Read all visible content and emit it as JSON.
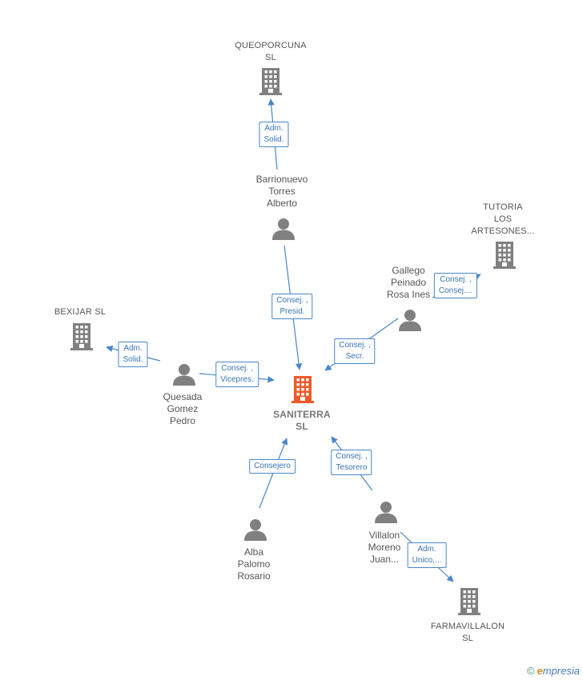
{
  "colors": {
    "edge": "#4a86c8",
    "person": "#808080",
    "company": "#808080",
    "center_company": "#f05a2a"
  },
  "nodes": {
    "queoporcuna": {
      "lines": [
        "QUEOPORCUNA",
        "SL"
      ],
      "icon": "building-icon"
    },
    "barrionuevo": {
      "lines": [
        "Barrionuevo",
        "Torres",
        "Alberto"
      ],
      "icon": "person-icon"
    },
    "tutoria": {
      "lines": [
        "TUTORIA",
        "LOS",
        "ARTESONES..."
      ],
      "icon": "building-icon"
    },
    "gallego": {
      "lines": [
        "Gallego",
        "Peinado",
        "Rosa Ines"
      ],
      "icon": "person-icon"
    },
    "bexijar": {
      "lines": [
        "BEXIJAR  SL"
      ],
      "icon": "building-icon"
    },
    "quesada": {
      "lines": [
        "Quesada",
        "Gomez",
        "Pedro"
      ],
      "icon": "person-icon"
    },
    "saniterra": {
      "lines": [
        "SANITERRA",
        "SL"
      ],
      "icon": "building-icon"
    },
    "alba": {
      "lines": [
        "Alba",
        "Palomo",
        "Rosario"
      ],
      "icon": "person-icon"
    },
    "villalon": {
      "lines": [
        "Villalon",
        "Moreno",
        "Juan..."
      ],
      "icon": "person-icon"
    },
    "farmavillalon": {
      "lines": [
        "FARMAVILLALON",
        "SL"
      ],
      "icon": "building-icon"
    }
  },
  "edges": {
    "barrionuevo_queoporcuna": [
      "Adm.",
      "Solid."
    ],
    "barrionuevo_saniterra": [
      "Consej. ,",
      "Presid."
    ],
    "gallego_tutoria": [
      "Consej. ,",
      "Consej...."
    ],
    "gallego_saniterra": [
      "Consej. ,",
      "Secr."
    ],
    "quesada_bexijar": [
      "Adm.",
      "Solid."
    ],
    "quesada_saniterra": [
      "Consej. ,",
      "Vicepres."
    ],
    "alba_saniterra": [
      "Consejero"
    ],
    "villalon_saniterra": [
      "Consej. ,",
      "Tesorero"
    ],
    "villalon_farmavillalon": [
      "Adm.",
      "Unico,..."
    ]
  },
  "watermark": {
    "symbol": "©",
    "brand_initial": "e",
    "brand_rest": "mpresia"
  }
}
